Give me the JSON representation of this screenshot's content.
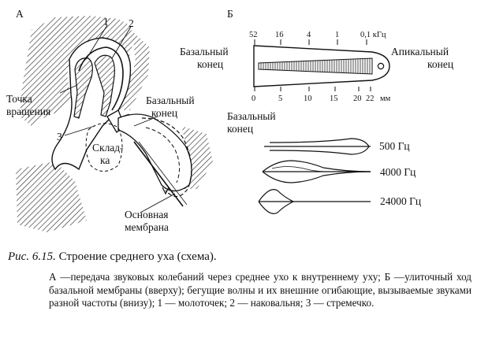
{
  "panel_a": {
    "letter": "А",
    "num1": "1",
    "num2": "2",
    "num3": "3",
    "pivot_line1": "Точка",
    "pivot_line2": "вращения",
    "fold_line1": "Склад-",
    "fold_line2": "ка",
    "basal_line1": "Базальный",
    "basal_line2": "конец",
    "membrane_line1": "Основная",
    "membrane_line2": "мембрана"
  },
  "panel_b": {
    "letter": "Б",
    "freq_ticks": [
      "52",
      "16",
      "4",
      "1",
      "0,1 кГц"
    ],
    "mm_ticks": [
      "0",
      "5",
      "10",
      "15",
      "20",
      "22",
      "мм"
    ],
    "basal_line1": "Базальный",
    "basal_line2": "конец",
    "apical_line1": "Апикальный",
    "apical_line2": "конец",
    "basal2_line1": "Базальный",
    "basal2_line2": "конец",
    "waves": [
      "500 Гц",
      "4000 Гц",
      "24000 Гц"
    ]
  },
  "caption": {
    "title_prefix": "Рис. 6.15.",
    "title_text": " Строение среднего уха (схема).",
    "body": "А —передача звуковых колебаний через среднее ухо к внутреннему уху; Б —улиточный ход базальной мембраны (вверху); бегущие волны и их внешние огибающие, вызываемые звуками разной частоты (внизу); 1 — молоточек; 2 — наковальня; 3 — стремечко."
  }
}
